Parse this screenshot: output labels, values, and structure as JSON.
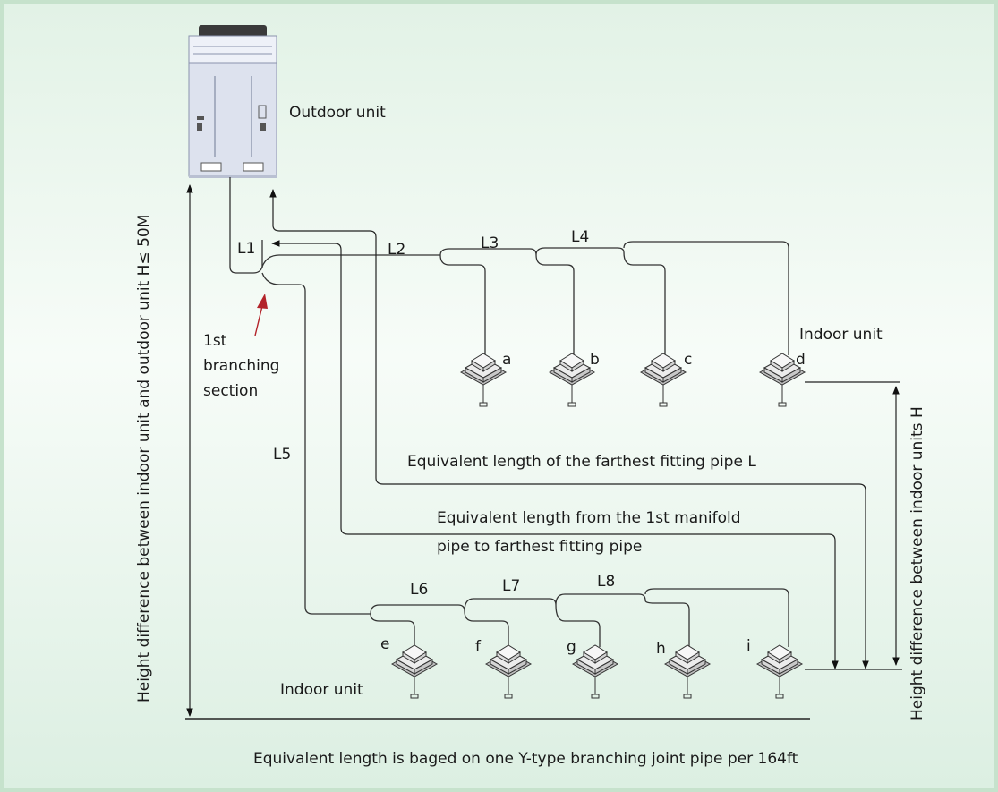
{
  "outdoor_label": "Outdoor unit",
  "indoor_label_top": "Indoor unit",
  "indoor_label_bottom": "Indoor unit",
  "branch_label": [
    "1st",
    "branching",
    "section"
  ],
  "segments": {
    "L1": "L1",
    "L2": "L2",
    "L3": "L3",
    "L4": "L4",
    "L5": "L5",
    "L6": "L6",
    "L7": "L7",
    "L8": "L8"
  },
  "units_top": [
    "a",
    "b",
    "c",
    "d"
  ],
  "units_bottom": [
    "e",
    "f",
    "g",
    "h",
    "i"
  ],
  "note_farthest": "Equivalent length of the farthest fitting pipe L",
  "note_manifold_1": "Equivalent length from the 1st manifold",
  "note_manifold_2": "pipe to farthest fitting pipe",
  "left_vertical": "Height difference between indoor unit and outdoor unit H≤ 50M",
  "right_vertical": "Height difference between indoor units H",
  "footer": "Equivalent length is baged on one Y-type branching joint pipe per 164ft",
  "colors": {
    "bg_top": "#e2f2e6",
    "bg_mid": "#f7fcf8",
    "bg_bottom": "#dcefe2",
    "frame": "#c6e2cc",
    "arrow_red": "#b3232a"
  }
}
